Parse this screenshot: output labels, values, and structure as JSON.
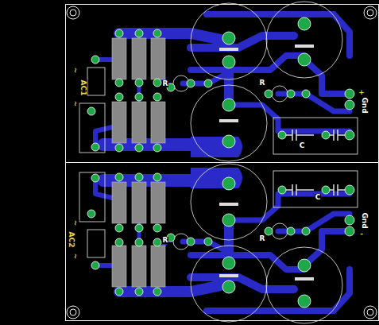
{
  "diagram": {
    "labels": [
      "~",
      "AC1",
      "~",
      "R",
      "R",
      "C",
      "+",
      "Gnd",
      "C",
      "Gnd",
      "-",
      "~",
      "AC2",
      "~",
      "R",
      "R"
    ]
  }
}
